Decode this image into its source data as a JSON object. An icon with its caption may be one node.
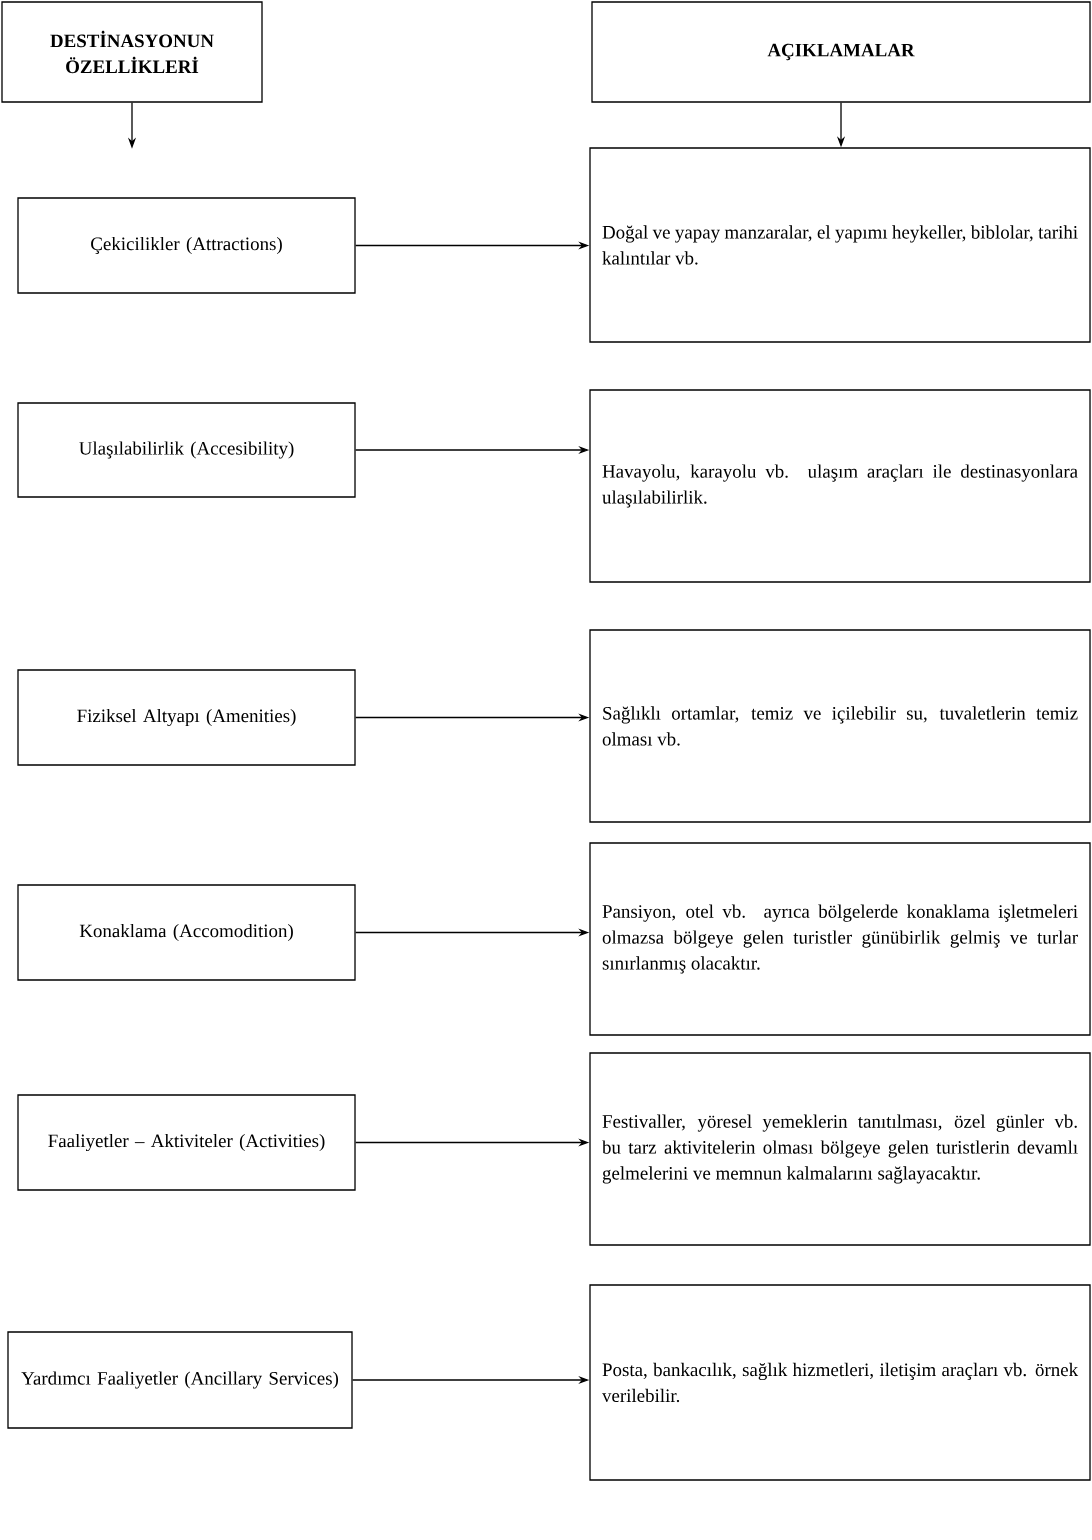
{
  "diagram": {
    "nodes": [
      {
        "text": [
          "DESTİNASYONUN ÖZELLİKLERİ"
        ]
      },
      {
        "text": [
          "AÇIKLAMALAR"
        ]
      },
      {
        "text": [
          "Çekicilikler (Attractions)"
        ]
      },
      {
        "text": [
          "Doğal ve yapay manzaralar, el yapımı heykeller, biblolar, tarihi kalıntılar vb."
        ]
      },
      {
        "text": [
          "Ulaşılabilirlik (Accesibility)"
        ]
      },
      {
        "text": [
          "Havayolu, karayolu vb. ulaşım araçları ile destinasyonlara ulaşılabilirlik."
        ]
      },
      {
        "text": [
          "Fiziksel Altyapı (Amenities)"
        ]
      },
      {
        "text": [
          "Sağlıklı ortamlar, temiz ve içilebilir su, tuvaletlerin temiz olması vb."
        ]
      },
      {
        "text": [
          "Konaklama (Accomodition)"
        ]
      },
      {
        "text": [
          "Pansiyon, otel vb. ayrıca bölgelerde konaklama işletmeleri olmazsa bölgeye gelen turistler günübirlik gelmiş ve turlar sınırlanmış olacaktır."
        ]
      },
      {
        "text": [
          "Faaliyetler – Aktiviteler (Activities)"
        ]
      },
      {
        "text": [
          "Festivaller, yöresel yemeklerin tanıtılması, özel günler vb. bu tarz aktivitelerin olması bölgeye gelen turistlerin devamlı gelmelerini ve memnun kalmalarını sağlayacaktır."
        ]
      },
      {
        "text": [
          "Yardımcı Faaliyetler (Ancillary Services)"
        ]
      },
      {
        "text": [
          "Posta, bankacılık, sağlık hizmetleri, iletişim araçları vb. örnek verilebilir."
        ]
      }
    ],
    "edges": [
      {
        "from": 0,
        "to": null,
        "arrow": "to"
      },
      {
        "from": 1,
        "to": 3,
        "arrow": "to"
      },
      {
        "from": 2,
        "to": 3,
        "arrow": "to"
      },
      {
        "from": 4,
        "to": 5,
        "arrow": "to"
      },
      {
        "from": 6,
        "to": 7,
        "arrow": "to"
      },
      {
        "from": 8,
        "to": 9,
        "arrow": "to"
      },
      {
        "from": 10,
        "to": 11,
        "arrow": "to"
      },
      {
        "from": 12,
        "to": 13,
        "arrow": "to"
      }
    ]
  }
}
